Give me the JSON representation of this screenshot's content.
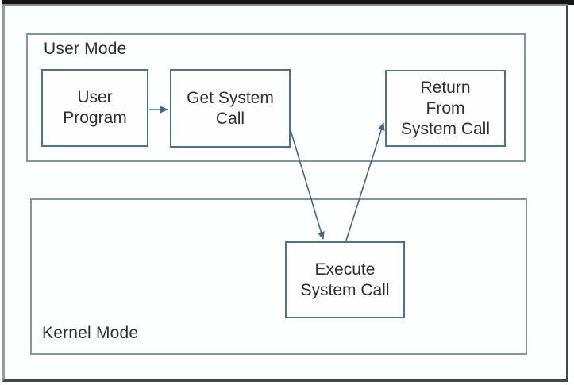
{
  "regions": {
    "user_mode": {
      "label": "User Mode"
    },
    "kernel_mode": {
      "label": "Kernel Mode"
    }
  },
  "nodes": {
    "user_program": {
      "line1": "User",
      "line2": "Program"
    },
    "get_system_call": {
      "line1": "Get System",
      "line2": "Call"
    },
    "return_from_system_call": {
      "line1": "Return",
      "line2": "From",
      "line3": "System Call"
    },
    "execute_system_call": {
      "line1": "Execute",
      "line2": "System Call"
    }
  },
  "arrows": [
    {
      "from": "User Program",
      "to": "Get System Call"
    },
    {
      "from": "Get System Call",
      "to": "Execute System Call"
    },
    {
      "from": "Execute System Call",
      "to": "Return From System Call"
    }
  ],
  "colors": {
    "node_border": "#4d7191",
    "region_border": "#7e95a6",
    "arrow": "#44678e",
    "text": "#2f2f2f",
    "frame_border": "#8c8c8c",
    "frame_shadow": "#474747",
    "top_bar": "#161616",
    "background": "#fdfefe"
  }
}
